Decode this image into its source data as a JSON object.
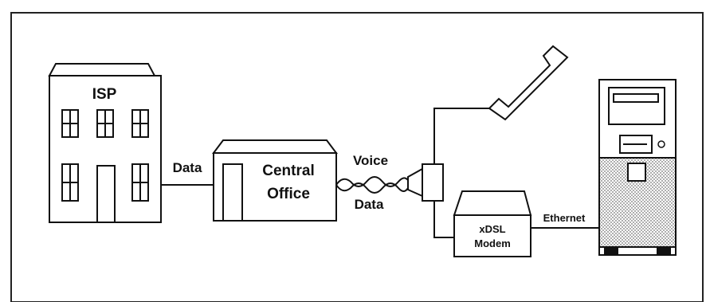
{
  "nodes": {
    "isp": {
      "label": "ISP"
    },
    "central_office": {
      "label_line1": "Central",
      "label_line2": "Office"
    },
    "modem": {
      "label_line1": "xDSL",
      "label_line2": "Modem"
    }
  },
  "links": {
    "isp_to_co": "Data",
    "twisted_pair_top": "Voice",
    "twisted_pair_bottom": "Data",
    "modem_to_pc": "Ethernet"
  },
  "icons": [
    "building-icon",
    "central-office-icon",
    "splitter-icon",
    "telephone-handset-icon",
    "modem-icon",
    "computer-tower-icon"
  ]
}
